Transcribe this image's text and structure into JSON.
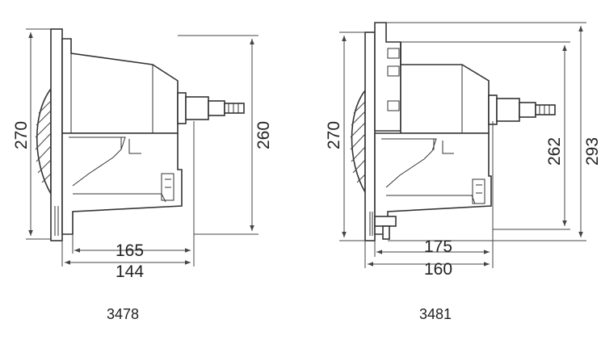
{
  "drawings": [
    {
      "model": "3478",
      "dimensions": {
        "left_height": "270",
        "right_height": "260",
        "width_upper": "165",
        "width_lower": "144"
      }
    },
    {
      "model": "3481",
      "dimensions": {
        "left_height": "270",
        "right_height_inner": "262",
        "right_height_outer": "293",
        "width_upper": "175",
        "width_lower": "160"
      }
    }
  ],
  "colors": {
    "line": "#333333",
    "background": "#ffffff"
  }
}
